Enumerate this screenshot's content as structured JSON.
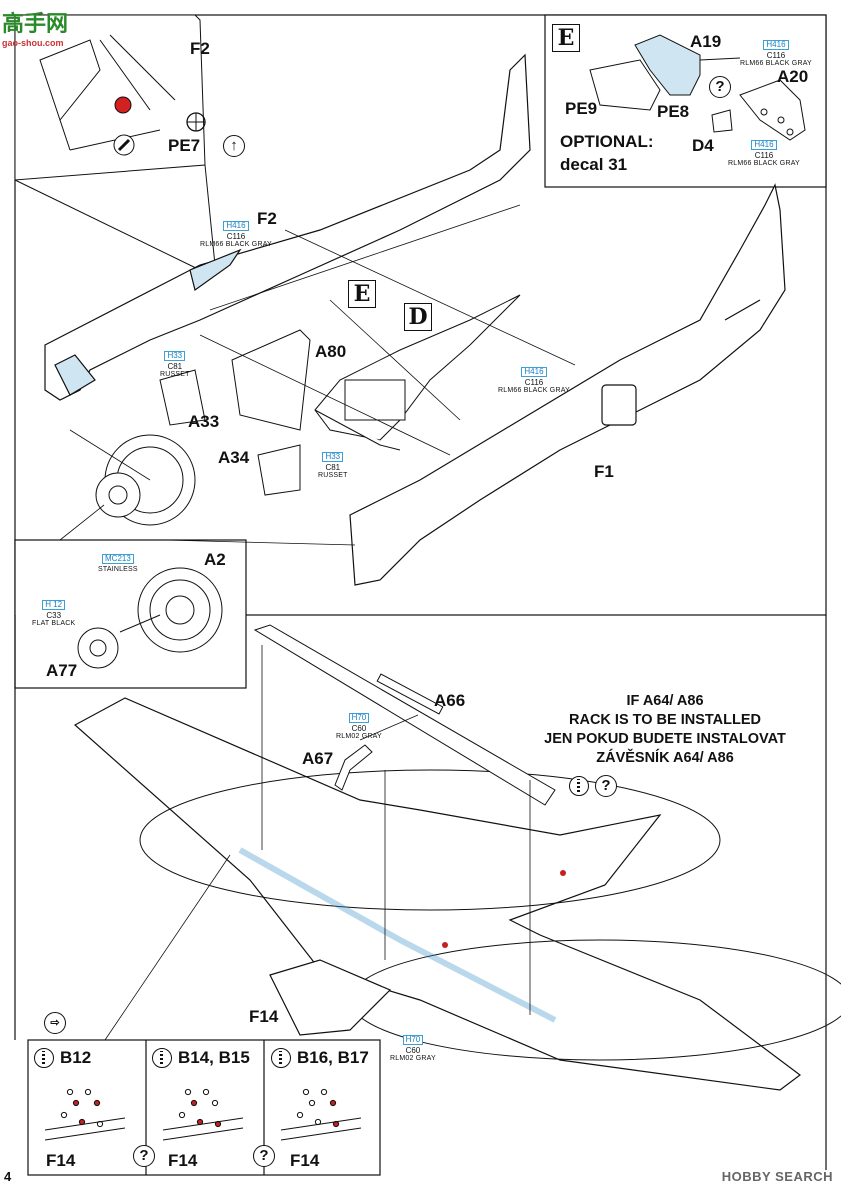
{
  "header": {
    "logo_text": "高手网",
    "logo_url": "gao-shou.com"
  },
  "top": {
    "labels": {
      "f2_top": "F2",
      "pe7": "PE7",
      "f2_mid": "F2",
      "a80": "A80",
      "a33": "A33",
      "a34": "A34",
      "f1": "F1",
      "a2": "A2",
      "a77": "A77",
      "a19": "A19",
      "a20": "A20",
      "pe9": "PE9",
      "pe8": "PE8",
      "d4": "D4"
    },
    "steps": {
      "e_inset": "E",
      "e_main": "E",
      "d_main": "D"
    },
    "optional": {
      "line1": "OPTIONAL:",
      "line2": "decal 31"
    },
    "question": "?",
    "paints": {
      "rlm66_a19": {
        "code": "H416",
        "gunze": "C116",
        "name": "RLM66 BLACK GRAY"
      },
      "rlm66_d4": {
        "code": "H416",
        "gunze": "C116",
        "name": "RLM66 BLACK GRAY"
      },
      "rlm66_f2": {
        "code": "H416",
        "gunze": "C116",
        "name": "RLM66 BLACK GRAY"
      },
      "rlm66_f1": {
        "code": "H416",
        "gunze": "C116",
        "name": "RLM66 BLACK GRAY"
      },
      "russet_a33": {
        "code": "H33",
        "gunze": "C81",
        "name": "RUSSET"
      },
      "russet_a34": {
        "code": "H33",
        "gunze": "C81",
        "name": "RUSSET"
      },
      "stainless": {
        "code": "MC213",
        "gunze": "",
        "name": "STAINLESS"
      },
      "flat_black": {
        "code": "H 12",
        "gunze": "C33",
        "name": "FLAT BLACK"
      }
    }
  },
  "bottom": {
    "labels": {
      "a66": "A66",
      "a67": "A67",
      "f14": "F14"
    },
    "note": {
      "line1": "IF A64/ A86",
      "line2": "RACK IS TO BE INSTALLED",
      "line3": "JEN POKUD BUDETE INSTALOVAT",
      "line4": "ZÁVĚSNÍK A64/ A86"
    },
    "paints": {
      "rlm02_a66": {
        "code": "H70",
        "gunze": "C60",
        "name": "RLM02 GRAY"
      },
      "rlm02_f14": {
        "code": "H70",
        "gunze": "C60",
        "name": "RLM02 GRAY"
      }
    },
    "options": [
      {
        "title": "B12",
        "part": "F14"
      },
      {
        "title": "B14, B15",
        "part": "F14"
      },
      {
        "title": "B16, B17",
        "part": "F14"
      }
    ],
    "question": "?"
  },
  "footer": {
    "page_number": "4",
    "watermark": "HOBBY SEARCH"
  }
}
